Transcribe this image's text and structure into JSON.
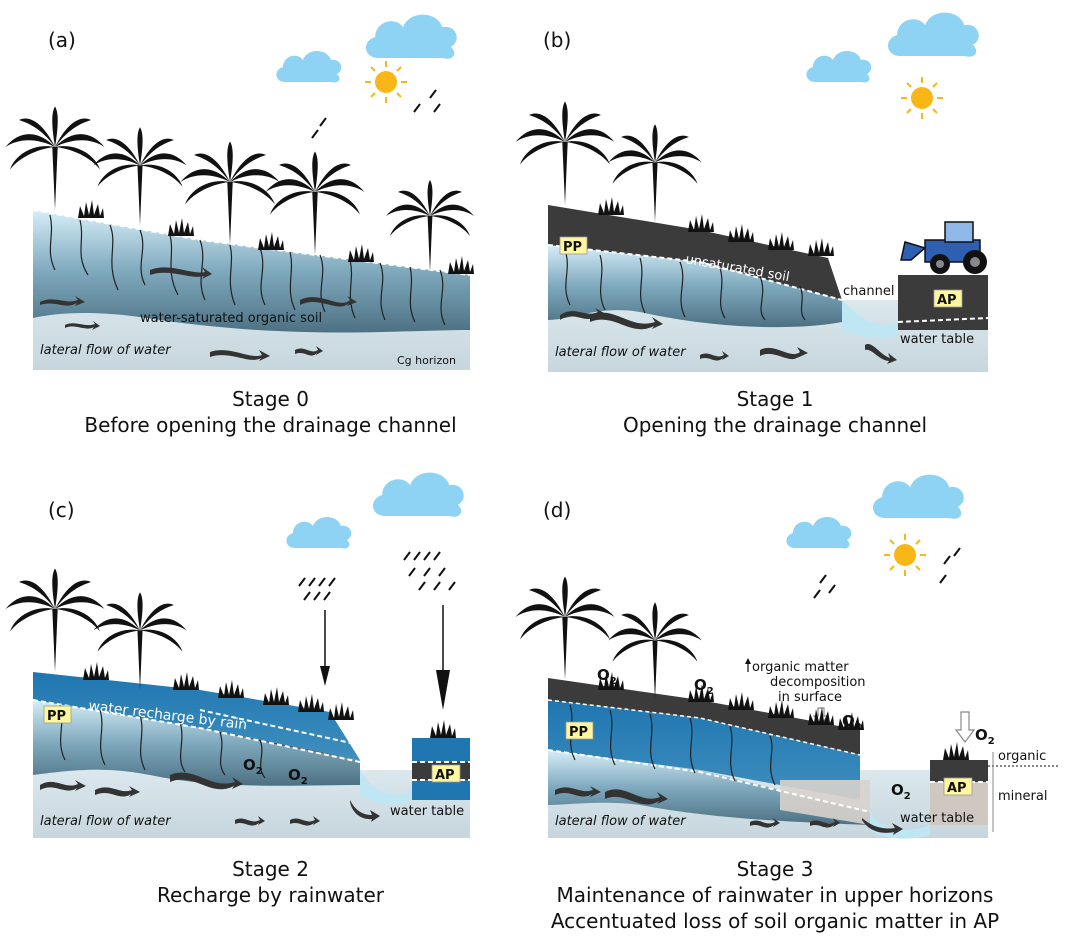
{
  "panels": [
    {
      "letter": "(a)",
      "stage": "Stage 0",
      "description": "Before opening the drainage channel",
      "labels": {
        "water_saturated": "water-saturated organic soil",
        "lateral_flow": "lateral flow of water",
        "cg_horizon": "Cg horizon"
      }
    },
    {
      "letter": "(b)",
      "stage": "Stage 1",
      "description": "Opening the drainage channel",
      "labels": {
        "pp": "PP",
        "unsaturated": "unsaturated soil",
        "channel": "channel",
        "ap": "AP",
        "water_table": "water table",
        "lateral_flow": "lateral flow of water"
      }
    },
    {
      "letter": "(c)",
      "stage": "Stage 2",
      "description": "Recharge by rainwater",
      "labels": {
        "pp": "PP",
        "recharge": "water recharge by rain",
        "o2": "O",
        "o2_sub": "2",
        "ap": "AP",
        "water_table": "water table",
        "lateral_flow": "lateral flow of water"
      }
    },
    {
      "letter": "(d)",
      "stage": "Stage 3",
      "description_line1": "Maintenance of rainwater in upper horizons",
      "description_line2": "Accentuated loss of soil organic matter in AP",
      "labels": {
        "pp": "PP",
        "o2": "O",
        "o2_sub": "2",
        "decomp_1": "organic matter",
        "decomp_2": "decomposition",
        "decomp_3": "in surface",
        "ap": "AP",
        "organic": "organic",
        "mineral": "mineral",
        "water_table": "water table",
        "lateral_flow": "lateral flow of water"
      }
    }
  ],
  "colors": {
    "sky_cloud": "#8fd3f4",
    "sun": "#f9b617",
    "saturated_soil": "#5b8fa8",
    "deep_blue": "#1f76b0",
    "dark_soil": "#3b3b3b",
    "water": "#bfe6f3",
    "label_bg": "#fff7a0"
  }
}
